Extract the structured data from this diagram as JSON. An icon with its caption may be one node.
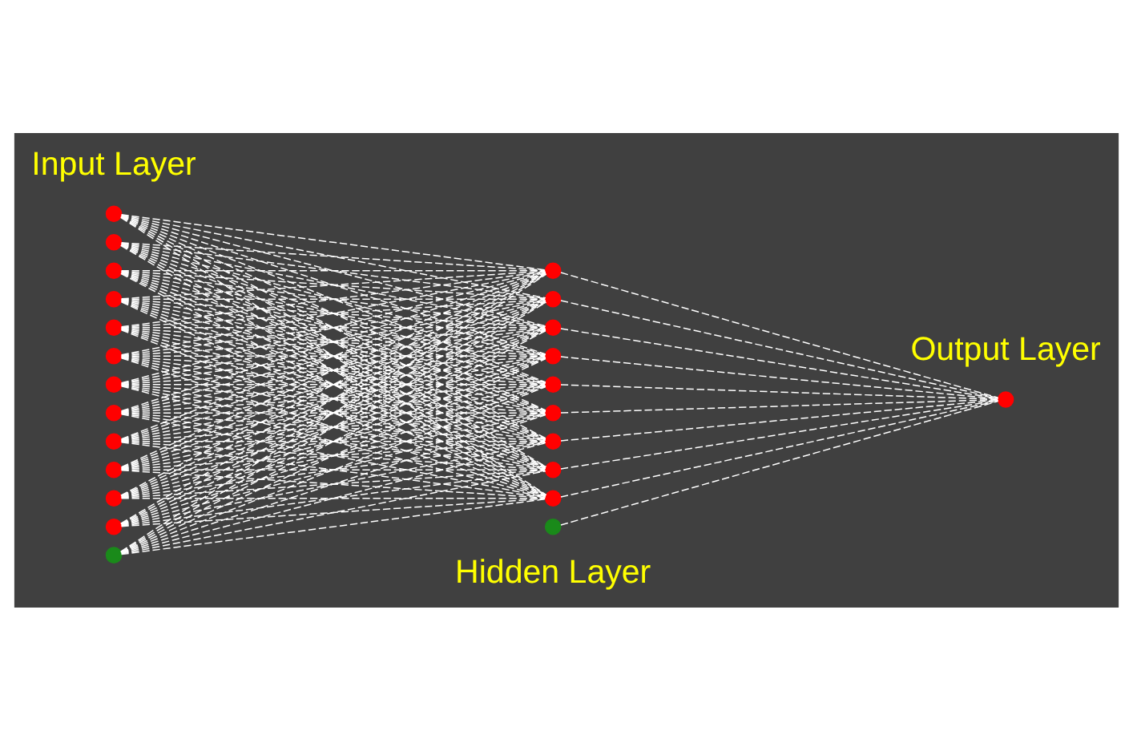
{
  "diagram": {
    "nodes": [
      {
        "text": [],
        "shape": "circle"
      },
      {
        "text": [],
        "shape": "circle"
      },
      {
        "text": [],
        "shape": "circle"
      },
      {
        "text": [],
        "shape": "circle"
      },
      {
        "text": [],
        "shape": "circle"
      },
      {
        "text": [],
        "shape": "circle"
      },
      {
        "text": [],
        "shape": "circle"
      },
      {
        "text": [],
        "shape": "circle"
      },
      {
        "text": [],
        "shape": "circle"
      },
      {
        "text": [],
        "shape": "circle"
      },
      {
        "text": [],
        "shape": "circle"
      },
      {
        "text": [],
        "shape": "circle"
      },
      {
        "text": [],
        "shape": "circle"
      },
      {
        "text": [],
        "shape": "circle"
      },
      {
        "text": [],
        "shape": "circle"
      },
      {
        "text": [],
        "shape": "circle"
      },
      {
        "text": [],
        "shape": "circle"
      },
      {
        "text": [],
        "shape": "circle"
      },
      {
        "text": [],
        "shape": "circle"
      },
      {
        "text": [],
        "shape": "circle"
      },
      {
        "text": [],
        "shape": "circle"
      },
      {
        "text": [],
        "shape": "circle"
      },
      {
        "text": [],
        "shape": "circle"
      },
      {
        "text": [],
        "shape": "circle"
      }
    ],
    "edges": [
      {
        "from": 0,
        "to": 13,
        "arrow": "none",
        "style": "dashed"
      },
      {
        "from": 0,
        "to": 14,
        "arrow": "none",
        "style": "dashed"
      },
      {
        "from": 0,
        "to": 15,
        "arrow": "none",
        "style": "dashed"
      },
      {
        "from": 0,
        "to": 16,
        "arrow": "none",
        "style": "dashed"
      },
      {
        "from": 0,
        "to": 17,
        "arrow": "none",
        "style": "dashed"
      },
      {
        "from": 0,
        "to": 18,
        "arrow": "none",
        "style": "dashed"
      },
      {
        "from": 0,
        "to": 19,
        "arrow": "none",
        "style": "dashed"
      },
      {
        "from": 0,
        "to": 20,
        "arrow": "none",
        "style": "dashed"
      },
      {
        "from": 0,
        "to": 21,
        "arrow": "none",
        "style": "dashed"
      },
      {
        "from": 1,
        "to": 13,
        "arrow": "none",
        "style": "dashed"
      },
      {
        "from": 1,
        "to": 14,
        "arrow": "none",
        "style": "dashed"
      },
      {
        "from": 1,
        "to": 15,
        "arrow": "none",
        "style": "dashed"
      },
      {
        "from": 1,
        "to": 16,
        "arrow": "none",
        "style": "dashed"
      },
      {
        "from": 1,
        "to": 17,
        "arrow": "none",
        "style": "dashed"
      },
      {
        "from": 1,
        "to": 18,
        "arrow": "none",
        "style": "dashed"
      },
      {
        "from": 1,
        "to": 19,
        "arrow": "none",
        "style": "dashed"
      },
      {
        "from": 1,
        "to": 20,
        "arrow": "none",
        "style": "dashed"
      },
      {
        "from": 1,
        "to": 21,
        "arrow": "none",
        "style": "dashed"
      },
      {
        "from": 2,
        "to": 13,
        "arrow": "none",
        "style": "dashed"
      },
      {
        "from": 2,
        "to": 14,
        "arrow": "none",
        "style": "dashed"
      },
      {
        "from": 2,
        "to": 15,
        "arrow": "none",
        "style": "dashed"
      },
      {
        "from": 2,
        "to": 16,
        "arrow": "none",
        "style": "dashed"
      },
      {
        "from": 2,
        "to": 17,
        "arrow": "none",
        "style": "dashed"
      },
      {
        "from": 2,
        "to": 18,
        "arrow": "none",
        "style": "dashed"
      },
      {
        "from": 2,
        "to": 19,
        "arrow": "none",
        "style": "dashed"
      },
      {
        "from": 2,
        "to": 20,
        "arrow": "none",
        "style": "dashed"
      },
      {
        "from": 2,
        "to": 21,
        "arrow": "none",
        "style": "dashed"
      },
      {
        "from": 3,
        "to": 13,
        "arrow": "none",
        "style": "dashed"
      },
      {
        "from": 3,
        "to": 14,
        "arrow": "none",
        "style": "dashed"
      },
      {
        "from": 3,
        "to": 15,
        "arrow": "none",
        "style": "dashed"
      },
      {
        "from": 3,
        "to": 16,
        "arrow": "none",
        "style": "dashed"
      },
      {
        "from": 3,
        "to": 17,
        "arrow": "none",
        "style": "dashed"
      },
      {
        "from": 3,
        "to": 18,
        "arrow": "none",
        "style": "dashed"
      },
      {
        "from": 3,
        "to": 19,
        "arrow": "none",
        "style": "dashed"
      },
      {
        "from": 3,
        "to": 20,
        "arrow": "none",
        "style": "dashed"
      },
      {
        "from": 3,
        "to": 21,
        "arrow": "none",
        "style": "dashed"
      },
      {
        "from": 4,
        "to": 13,
        "arrow": "none",
        "style": "dashed"
      },
      {
        "from": 4,
        "to": 14,
        "arrow": "none",
        "style": "dashed"
      },
      {
        "from": 4,
        "to": 15,
        "arrow": "none",
        "style": "dashed"
      },
      {
        "from": 4,
        "to": 16,
        "arrow": "none",
        "style": "dashed"
      },
      {
        "from": 4,
        "to": 17,
        "arrow": "none",
        "style": "dashed"
      },
      {
        "from": 4,
        "to": 18,
        "arrow": "none",
        "style": "dashed"
      },
      {
        "from": 4,
        "to": 19,
        "arrow": "none",
        "style": "dashed"
      },
      {
        "from": 4,
        "to": 20,
        "arrow": "none",
        "style": "dashed"
      },
      {
        "from": 4,
        "to": 21,
        "arrow": "none",
        "style": "dashed"
      },
      {
        "from": 5,
        "to": 13,
        "arrow": "none",
        "style": "dashed"
      },
      {
        "from": 5,
        "to": 14,
        "arrow": "none",
        "style": "dashed"
      },
      {
        "from": 5,
        "to": 15,
        "arrow": "none",
        "style": "dashed"
      },
      {
        "from": 5,
        "to": 16,
        "arrow": "none",
        "style": "dashed"
      },
      {
        "from": 5,
        "to": 17,
        "arrow": "none",
        "style": "dashed"
      },
      {
        "from": 5,
        "to": 18,
        "arrow": "none",
        "style": "dashed"
      },
      {
        "from": 5,
        "to": 19,
        "arrow": "none",
        "style": "dashed"
      },
      {
        "from": 5,
        "to": 20,
        "arrow": "none",
        "style": "dashed"
      },
      {
        "from": 5,
        "to": 21,
        "arrow": "none",
        "style": "dashed"
      },
      {
        "from": 6,
        "to": 13,
        "arrow": "none",
        "style": "dashed"
      },
      {
        "from": 6,
        "to": 14,
        "arrow": "none",
        "style": "dashed"
      },
      {
        "from": 6,
        "to": 15,
        "arrow": "none",
        "style": "dashed"
      },
      {
        "from": 6,
        "to": 16,
        "arrow": "none",
        "style": "dashed"
      },
      {
        "from": 6,
        "to": 17,
        "arrow": "none",
        "style": "dashed"
      },
      {
        "from": 6,
        "to": 18,
        "arrow": "none",
        "style": "dashed"
      },
      {
        "from": 6,
        "to": 19,
        "arrow": "none",
        "style": "dashed"
      },
      {
        "from": 6,
        "to": 20,
        "arrow": "none",
        "style": "dashed"
      },
      {
        "from": 6,
        "to": 21,
        "arrow": "none",
        "style": "dashed"
      },
      {
        "from": 7,
        "to": 13,
        "arrow": "none",
        "style": "dashed"
      },
      {
        "from": 7,
        "to": 14,
        "arrow": "none",
        "style": "dashed"
      },
      {
        "from": 7,
        "to": 15,
        "arrow": "none",
        "style": "dashed"
      },
      {
        "from": 7,
        "to": 16,
        "arrow": "none",
        "style": "dashed"
      },
      {
        "from": 7,
        "to": 17,
        "arrow": "none",
        "style": "dashed"
      },
      {
        "from": 7,
        "to": 18,
        "arrow": "none",
        "style": "dashed"
      },
      {
        "from": 7,
        "to": 19,
        "arrow": "none",
        "style": "dashed"
      },
      {
        "from": 7,
        "to": 20,
        "arrow": "none",
        "style": "dashed"
      },
      {
        "from": 7,
        "to": 21,
        "arrow": "none",
        "style": "dashed"
      },
      {
        "from": 8,
        "to": 13,
        "arrow": "none",
        "style": "dashed"
      },
      {
        "from": 8,
        "to": 14,
        "arrow": "none",
        "style": "dashed"
      },
      {
        "from": 8,
        "to": 15,
        "arrow": "none",
        "style": "dashed"
      },
      {
        "from": 8,
        "to": 16,
        "arrow": "none",
        "style": "dashed"
      },
      {
        "from": 8,
        "to": 17,
        "arrow": "none",
        "style": "dashed"
      },
      {
        "from": 8,
        "to": 18,
        "arrow": "none",
        "style": "dashed"
      },
      {
        "from": 8,
        "to": 19,
        "arrow": "none",
        "style": "dashed"
      },
      {
        "from": 8,
        "to": 20,
        "arrow": "none",
        "style": "dashed"
      },
      {
        "from": 8,
        "to": 21,
        "arrow": "none",
        "style": "dashed"
      },
      {
        "from": 9,
        "to": 13,
        "arrow": "none",
        "style": "dashed"
      },
      {
        "from": 9,
        "to": 14,
        "arrow": "none",
        "style": "dashed"
      },
      {
        "from": 9,
        "to": 15,
        "arrow": "none",
        "style": "dashed"
      },
      {
        "from": 9,
        "to": 16,
        "arrow": "none",
        "style": "dashed"
      },
      {
        "from": 9,
        "to": 17,
        "arrow": "none",
        "style": "dashed"
      },
      {
        "from": 9,
        "to": 18,
        "arrow": "none",
        "style": "dashed"
      },
      {
        "from": 9,
        "to": 19,
        "arrow": "none",
        "style": "dashed"
      },
      {
        "from": 9,
        "to": 20,
        "arrow": "none",
        "style": "dashed"
      },
      {
        "from": 9,
        "to": 21,
        "arrow": "none",
        "style": "dashed"
      },
      {
        "from": 10,
        "to": 13,
        "arrow": "none",
        "style": "dashed"
      },
      {
        "from": 10,
        "to": 14,
        "arrow": "none",
        "style": "dashed"
      },
      {
        "from": 10,
        "to": 15,
        "arrow": "none",
        "style": "dashed"
      },
      {
        "from": 10,
        "to": 16,
        "arrow": "none",
        "style": "dashed"
      },
      {
        "from": 10,
        "to": 17,
        "arrow": "none",
        "style": "dashed"
      },
      {
        "from": 10,
        "to": 18,
        "arrow": "none",
        "style": "dashed"
      },
      {
        "from": 10,
        "to": 19,
        "arrow": "none",
        "style": "dashed"
      },
      {
        "from": 10,
        "to": 20,
        "arrow": "none",
        "style": "dashed"
      },
      {
        "from": 10,
        "to": 21,
        "arrow": "none",
        "style": "dashed"
      },
      {
        "from": 11,
        "to": 13,
        "arrow": "none",
        "style": "dashed"
      },
      {
        "from": 11,
        "to": 14,
        "arrow": "none",
        "style": "dashed"
      },
      {
        "from": 11,
        "to": 15,
        "arrow": "none",
        "style": "dashed"
      },
      {
        "from": 11,
        "to": 16,
        "arrow": "none",
        "style": "dashed"
      },
      {
        "from": 11,
        "to": 17,
        "arrow": "none",
        "style": "dashed"
      },
      {
        "from": 11,
        "to": 18,
        "arrow": "none",
        "style": "dashed"
      },
      {
        "from": 11,
        "to": 19,
        "arrow": "none",
        "style": "dashed"
      },
      {
        "from": 11,
        "to": 20,
        "arrow": "none",
        "style": "dashed"
      },
      {
        "from": 11,
        "to": 21,
        "arrow": "none",
        "style": "dashed"
      },
      {
        "from": 12,
        "to": 13,
        "arrow": "none",
        "style": "dashed"
      },
      {
        "from": 12,
        "to": 14,
        "arrow": "none",
        "style": "dashed"
      },
      {
        "from": 12,
        "to": 15,
        "arrow": "none",
        "style": "dashed"
      },
      {
        "from": 12,
        "to": 16,
        "arrow": "none",
        "style": "dashed"
      },
      {
        "from": 12,
        "to": 17,
        "arrow": "none",
        "style": "dashed"
      },
      {
        "from": 12,
        "to": 18,
        "arrow": "none",
        "style": "dashed"
      },
      {
        "from": 12,
        "to": 19,
        "arrow": "none",
        "style": "dashed"
      },
      {
        "from": 12,
        "to": 20,
        "arrow": "none",
        "style": "dashed"
      },
      {
        "from": 12,
        "to": 21,
        "arrow": "none",
        "style": "dashed"
      },
      {
        "from": 13,
        "to": 23,
        "arrow": "none",
        "style": "dashed"
      },
      {
        "from": 14,
        "to": 23,
        "arrow": "none",
        "style": "dashed"
      },
      {
        "from": 15,
        "to": 23,
        "arrow": "none",
        "style": "dashed"
      },
      {
        "from": 16,
        "to": 23,
        "arrow": "none",
        "style": "dashed"
      },
      {
        "from": 17,
        "to": 23,
        "arrow": "none",
        "style": "dashed"
      },
      {
        "from": 18,
        "to": 23,
        "arrow": "none",
        "style": "dashed"
      },
      {
        "from": 19,
        "to": 23,
        "arrow": "none",
        "style": "dashed"
      },
      {
        "from": 20,
        "to": 23,
        "arrow": "none",
        "style": "dashed"
      },
      {
        "from": 21,
        "to": 23,
        "arrow": "none",
        "style": "dashed"
      },
      {
        "from": 22,
        "to": 23,
        "arrow": "none",
        "style": "dashed"
      }
    ],
    "labels": [
      "Input Layer",
      "Hidden Layer",
      "Output Layer"
    ]
  }
}
